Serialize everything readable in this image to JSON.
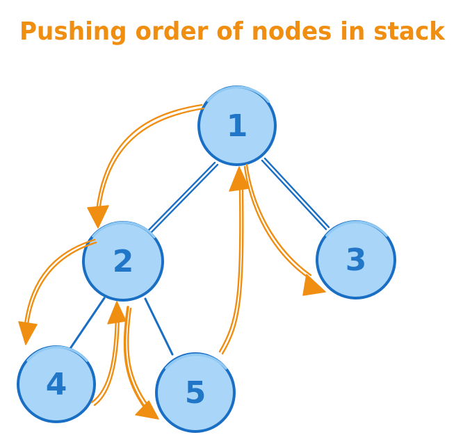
{
  "title": "Pushing order of nodes in stack",
  "colors": {
    "accent_orange": "#ef8e11",
    "node_stroke": "#1a6fc4",
    "node_fill": "#a9d6f8",
    "node_label": "#2176c7"
  },
  "nodes": [
    {
      "id": "1",
      "label": "1"
    },
    {
      "id": "2",
      "label": "2"
    },
    {
      "id": "3",
      "label": "3"
    },
    {
      "id": "4",
      "label": "4"
    },
    {
      "id": "5",
      "label": "5"
    }
  ],
  "tree_edges": [
    {
      "from": "1",
      "to": "2"
    },
    {
      "from": "1",
      "to": "3"
    },
    {
      "from": "2",
      "to": "4"
    },
    {
      "from": "2",
      "to": "5"
    }
  ],
  "traversal_arrows": [
    {
      "step": 1,
      "from": "1",
      "to": "2",
      "direction": "push"
    },
    {
      "step": 2,
      "from": "2",
      "to": "4",
      "direction": "push"
    },
    {
      "step": 3,
      "from": "4",
      "to": "2",
      "direction": "return"
    },
    {
      "step": 4,
      "from": "2",
      "to": "5",
      "direction": "push"
    },
    {
      "step": 5,
      "from": "5",
      "to": "1",
      "direction": "return"
    },
    {
      "step": 6,
      "from": "1",
      "to": "3",
      "direction": "push"
    }
  ]
}
